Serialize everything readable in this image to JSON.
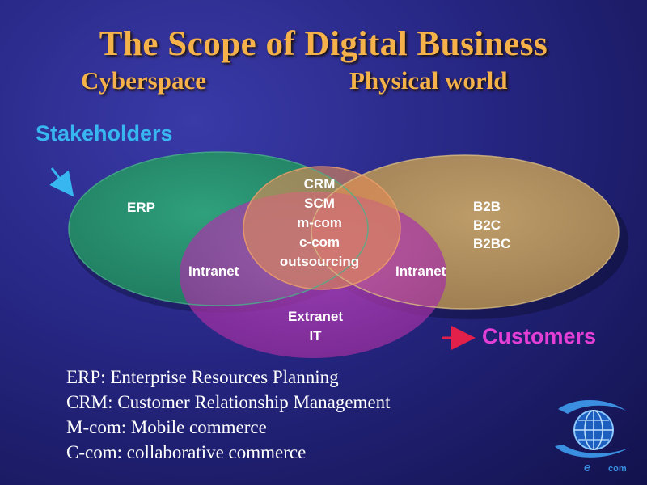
{
  "title": "The Scope of Digital Business",
  "subtitles": {
    "left": "Cyberspace",
    "right": "Physical world"
  },
  "stakeholders_label": "Stakeholders",
  "customers_label": "Customers",
  "venn": {
    "left_only": "ERP",
    "left_overlap": "Intranet",
    "right_overlap": "Intranet",
    "center": [
      "CRM",
      "SCM",
      "m-com",
      "c-com",
      "outsourcing"
    ],
    "right_only": [
      "B2B",
      "B2C",
      "B2BC"
    ],
    "bottom": [
      "Extranet",
      "IT"
    ],
    "colors": {
      "left": "#2a8a6c",
      "right": "#c2a064",
      "bottom": "#b23ab2",
      "center": "#e08a55"
    }
  },
  "definitions": [
    "ERP: Enterprise Resources Planning",
    "CRM: Customer Relationship Management",
    "M-com: Mobile commerce",
    "C-com: collaborative commerce"
  ],
  "logo": {
    "icon": "globe-icon",
    "text": "com",
    "partial_text": "e"
  }
}
